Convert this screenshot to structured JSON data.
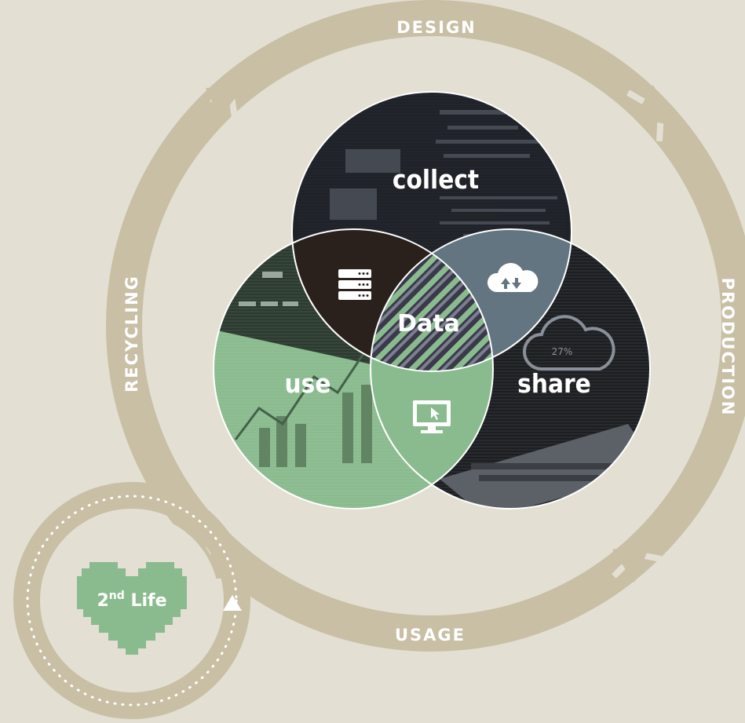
{
  "lifecycle": {
    "stages": {
      "design": "DESIGN",
      "production": "PRODUCTION",
      "usage": "USAGE",
      "recycling": "RECYCLING"
    }
  },
  "venn": {
    "collect": "collect",
    "use": "use",
    "share": "share",
    "center": "Data"
  },
  "second_life": {
    "ordinal": "2",
    "suffix": "nd",
    "word": " Life"
  },
  "colors": {
    "background": "#e3dfd2",
    "ring": "#c8bfa4",
    "green": "#8abb8e",
    "dark": "#2a211c",
    "slate": "#627581"
  },
  "icons": {
    "collect_use": "server-stack-icon",
    "collect_share": "cloud-sync-icon",
    "use_share": "monitor-cursor-icon",
    "second_life": "pixel-heart-icon"
  }
}
